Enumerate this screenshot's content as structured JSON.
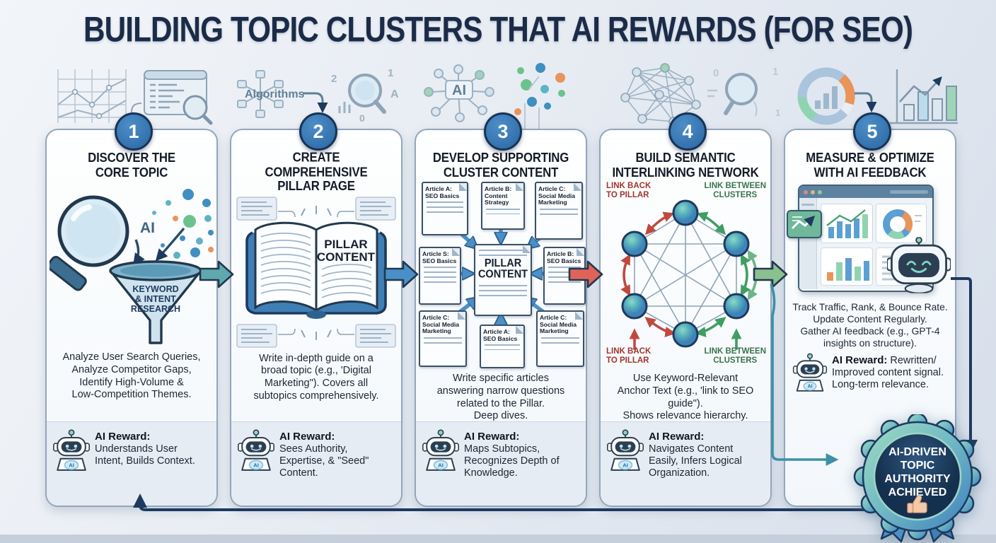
{
  "title": "BUILDING TOPIC CLUSTERS THAT AI REWARDS (FOR SEO)",
  "decor": {
    "algorithms_label": "Algorithms",
    "ai_hub_label": "AI"
  },
  "robot": {
    "chest_label": "AI"
  },
  "steps": [
    {
      "number": "1",
      "title": "DISCOVER THE\nCORE TOPIC",
      "visual": {
        "ai_label": "AI",
        "funnel_lines": [
          "KEYWORD",
          "& INTENT",
          "RESEARCH"
        ]
      },
      "description": "Analyze User Search Queries,\nAnalyze Competitor Gaps,\nIdentify High-Volume &\nLow-Competition Themes.",
      "reward_label": "AI Reward:",
      "reward_text": "Understands User\nIntent, Builds Context."
    },
    {
      "number": "2",
      "title": "CREATE\nCOMPREHENSIVE\nPILLAR PAGE",
      "visual": {
        "book_lines": [
          "PILLAR",
          "CONTENT"
        ]
      },
      "description": "Write in-depth guide on a\nbroad topic (e.g., 'Digital\nMarketing\"). Covers all\nsubtopics comprehensively.",
      "reward_label": "AI Reward:",
      "reward_text": "Sees Authority,\nExpertise, & \"Seed\"\nContent."
    },
    {
      "number": "3",
      "title": "DEVELOP SUPPORTING\nCLUSTER CONTENT",
      "visual": {
        "center_label": "PILLAR\nCONTENT",
        "articles": [
          "Article A:\nSEO Basics",
          "Article B:\nContent\nStrategy",
          "Article C:\nSocial Media\nMarketing",
          "Article S:\nSEO Basics",
          "Article B:\nSEO Basics",
          "Article C:\nSocial Media\nMarketing",
          "Article A:\nSEO Basics",
          "Article C:\nSocial Media\nMarketing"
        ]
      },
      "description": "Write specific articles\nanswering narrow questions\nrelated to the Pillar.\nDeep dives.",
      "reward_label": "AI Reward:",
      "reward_text": "Maps Subtopics,\nRecognizes Depth of\nKnowledge."
    },
    {
      "number": "4",
      "title": "BUILD SEMANTIC\nINTERLINKING NETWORK",
      "visual": {
        "link_labels": [
          "LINK BACK\nTO PILLAR",
          "LINK BETWEEN\nCLUSTERS",
          "LINK BACK\nTO PILLAR",
          "LINK BETWEEN\nCLUSTERS"
        ]
      },
      "description": "Use Keyword-Relevant\nAnchor Text (e.g., 'link to SEO\nguide\").\nShows relevance hierarchy.",
      "reward_label": "AI Reward:",
      "reward_text": "Navigates Content\nEasily, Infers Logical\nOrganization."
    },
    {
      "number": "5",
      "title": "MEASURE & OPTIMIZE\nWITH AI FEEDBACK",
      "visual": {},
      "description": "Track Traffic, Rank, & Bounce Rate.\nUpdate Content Regularly.\nGather AI feedback (e.g., GPT-4\ninsights on structure).",
      "reward_label": "AI Reward:",
      "reward_text": "Rewritten/\nImproved content signal.\nLong-term relevance."
    }
  ],
  "badge": {
    "lines": [
      "AI-DRIVEN",
      "TOPIC",
      "AUTHORITY",
      "ACHIEVED"
    ]
  },
  "colors": {
    "title_navy": "#1c2b47",
    "arrow_teal": "#5fa8b0",
    "arrow_blue": "#4a90c8",
    "arrow_red": "#e0635a",
    "arrow_green": "#8bc08f",
    "link_back_red": "#9e352c",
    "link_between_green": "#37744c",
    "badge_inner_navy": "#1e3d5c"
  }
}
